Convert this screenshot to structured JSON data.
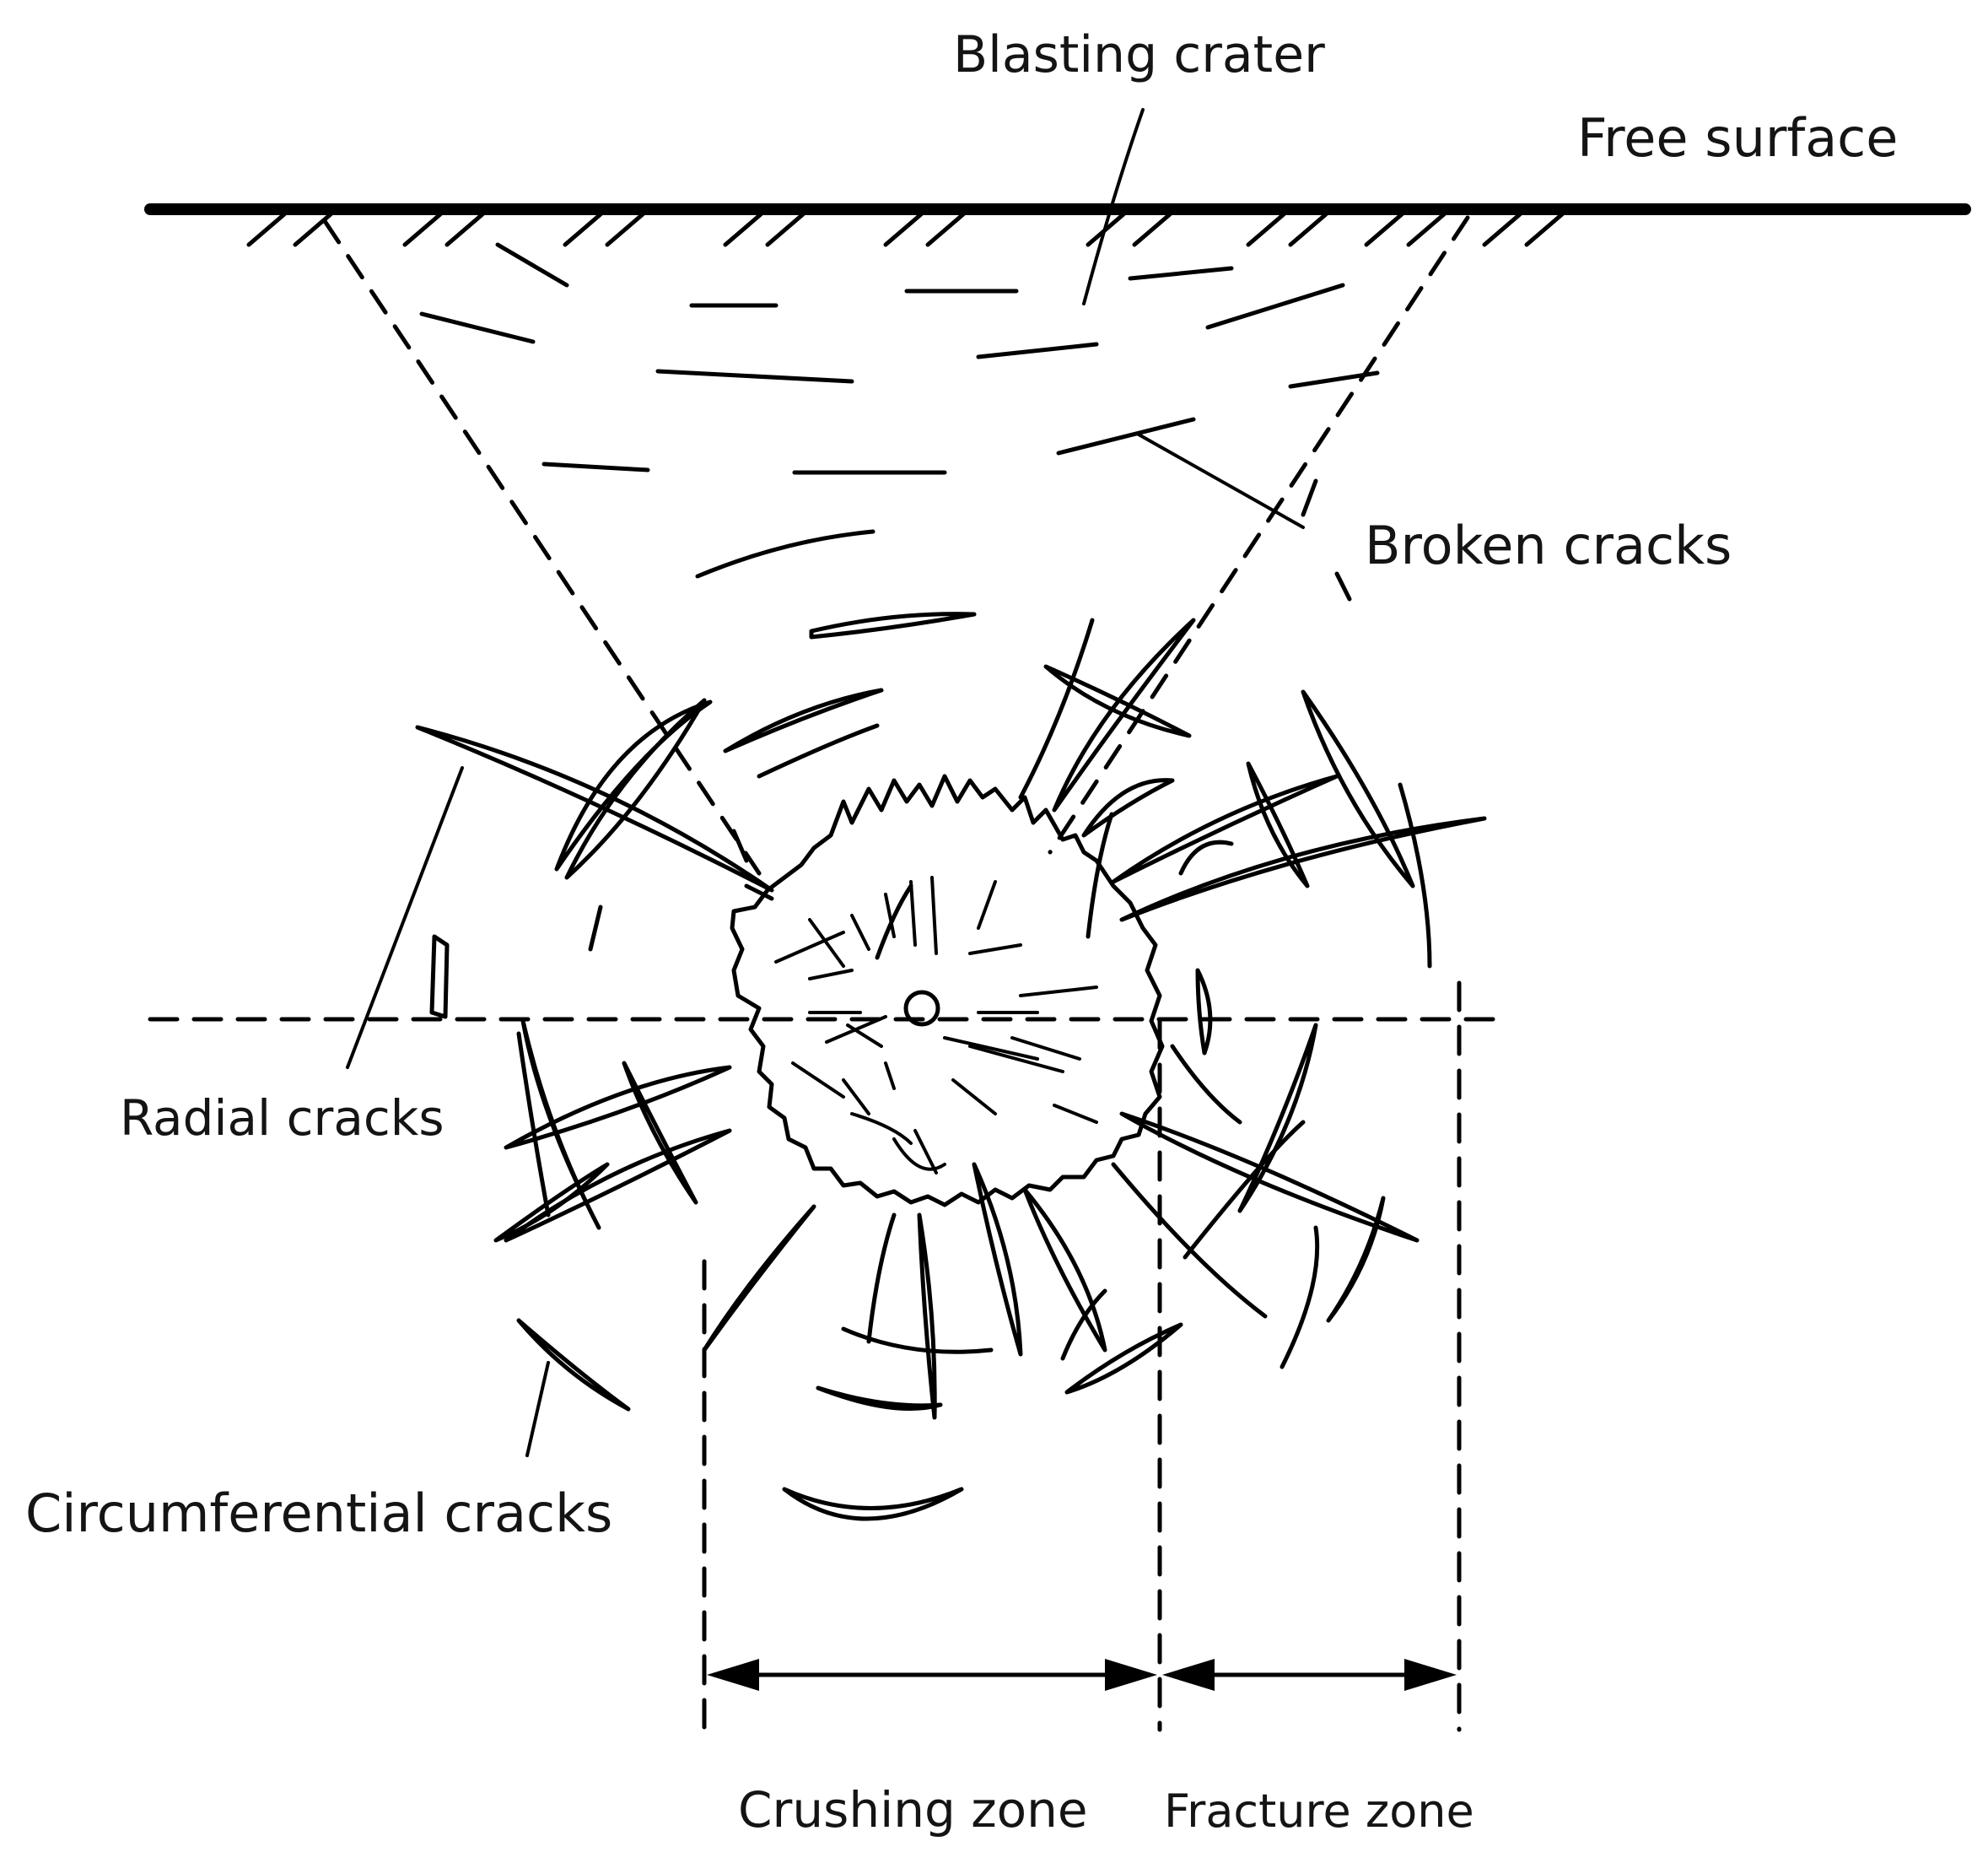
{
  "labels": {
    "blasting_crater": "Blasting crater",
    "free_surface": "Free surface",
    "broken_cracks": "Broken cracks",
    "radial_cracks": "Radial cracks",
    "circumferential_cracks": "Circumferential cracks",
    "crushing_zone": "Crushing zone",
    "fracture_zone": "Fracture zone"
  },
  "colors": {
    "ink": "#000000",
    "text": "#141414",
    "background": "#ffffff"
  }
}
